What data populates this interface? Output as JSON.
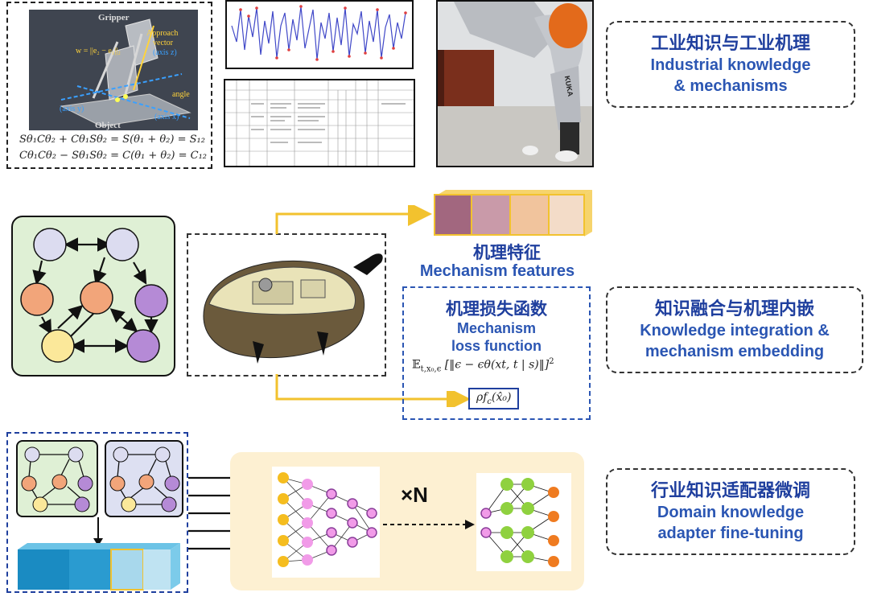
{
  "row1": {
    "label_zh": "工业知识与工业机理",
    "label_en_line1": "Industrial knowledge",
    "label_en_line2": "& mechanisms",
    "robot_panel": {
      "gripper": "Gripper",
      "approach_vector_line1": "Approach",
      "approach_vector_line2": "vector",
      "axis_z": "(axis z)",
      "w_formula": "w = ||e₂ − e₁||₂",
      "angle": "angle",
      "axis_y": "(axis y)",
      "axis_x": "(axis x)",
      "object": "Object",
      "eq1": "Sθ₁Cθ₂ + Cθ₁Sθ₂ = S(θ₁ + θ₂) = S₁₂",
      "eq2": "Cθ₁Cθ₂ − Sθ₁Sθ₂ = C(θ₁ + θ₂) = C₁₂"
    },
    "arm_brand": "KUKA"
  },
  "row2": {
    "label_zh": "知识融合与机理内嵌",
    "label_en_line1": "Knowledge integration &",
    "label_en_line2": "mechanism embedding",
    "features_zh": "机理特征",
    "features_en": "Mechanism features",
    "loss_zh": "机理损失函数",
    "loss_en_line1": "Mechanism",
    "loss_en_line2": "loss function",
    "loss_formula": "𝔼_{t,x₀,ε} [‖ε − ε_θ(x_t, t | s)‖²]",
    "loss_formula_display": "𝔼",
    "loss_formula_sub": "t,x₀,ϵ",
    "loss_formula_body": "[‖ϵ − ϵθ(xt, t | s)‖]",
    "loss_formula_sup": "2",
    "rho_formula": "ρf",
    "rho_sub": "c",
    "rho_arg": "(x̂₀)",
    "feature_colors": [
      "#a2677f",
      "#c99aa9",
      "#f1c49d",
      "#f3dcc8"
    ]
  },
  "row3": {
    "label_zh": "行业知识适配器微调",
    "label_en_line1": "Domain knowledge",
    "label_en_line2": "adapter fine-tuning",
    "times_n": "×N"
  },
  "colors": {
    "label_zh": "#1f3f9e",
    "label_en": "#2b56b3",
    "arrow_yellow": "#f2c22e",
    "node_lavender": "#dcdcf0",
    "node_orange": "#f2a57a",
    "node_purple": "#b58ad6",
    "node_yellow": "#fbe89a",
    "graph_bg": "#dff0d5",
    "nn_yellow": "#f5bd1f",
    "nn_pink": "#f19be8",
    "nn_green": "#8fd13f",
    "nn_orange": "#ef7b20",
    "teal_block": "#1a8bc2",
    "light_block": "#a8d8ec"
  }
}
